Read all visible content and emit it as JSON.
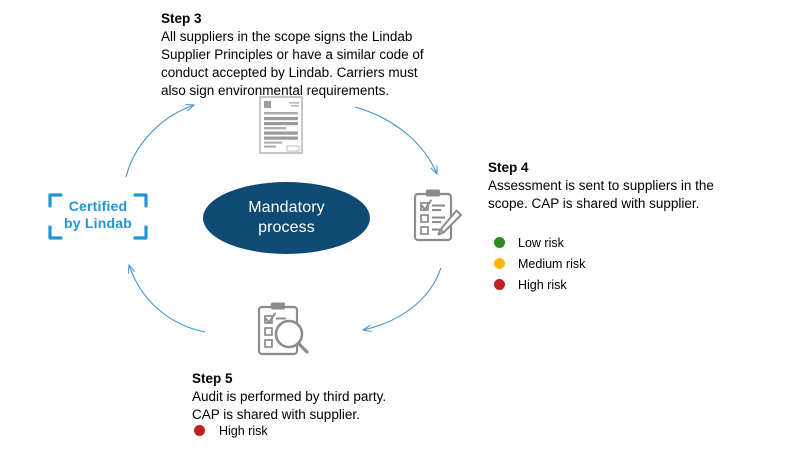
{
  "center": {
    "label_line1": "Mandatory",
    "label_line2": "process",
    "fill_color": "#0e4a72",
    "text_color": "#ffffff"
  },
  "badge": {
    "name": "certified-by-lindab",
    "line1": "Certified",
    "line2": "by Lindab",
    "color": "#2196d3"
  },
  "steps": [
    {
      "id": "step-3",
      "title": "Step 3",
      "body": "All suppliers in the scope signs the Lindab Supplier Principles or have a similar code of conduct accepted by Lindab. Carriers must also sign environmental requirements.",
      "icon": "document-icon"
    },
    {
      "id": "step-4",
      "title": "Step 4",
      "body": "Assessment is sent to suppliers in the scope. CAP is shared with supplier.",
      "icon": "clipboard-checklist-pencil-icon"
    },
    {
      "id": "step-5",
      "title": "Step 5",
      "body": "Audit is performed by third party. CAP is shared with supplier.",
      "icon": "clipboard-magnifier-icon"
    }
  ],
  "step3": {
    "title": "Step 3",
    "line1": "All suppliers in the scope signs the Lindab",
    "line2": "Supplier Principles or have a similar code of",
    "line3": "conduct accepted by Lindab. Carriers must",
    "line4": "also sign environmental requirements."
  },
  "step4": {
    "title": "Step 4",
    "line1": "Assessment is sent to suppliers in the",
    "line2": "scope. CAP is shared with supplier."
  },
  "step5": {
    "title": "Step 5",
    "line1": "Audit is performed by third party.",
    "line2": "CAP is shared with supplier."
  },
  "legend_step4": [
    {
      "label": "Low risk",
      "color": "#2e8b20"
    },
    {
      "label": "Medium risk",
      "color": "#fbb910"
    },
    {
      "label": "High risk",
      "color": "#c0201f"
    }
  ],
  "legend_step5": [
    {
      "label": "High risk",
      "color": "#c0201f"
    }
  ],
  "arrows": {
    "color": "#3f93cd",
    "direction": "clockwise",
    "count": 4
  },
  "icon_colors": {
    "document_outline": "#b5b5b5",
    "document_lines": "#9a9a9a",
    "clipboard": "#8c8c8c"
  }
}
